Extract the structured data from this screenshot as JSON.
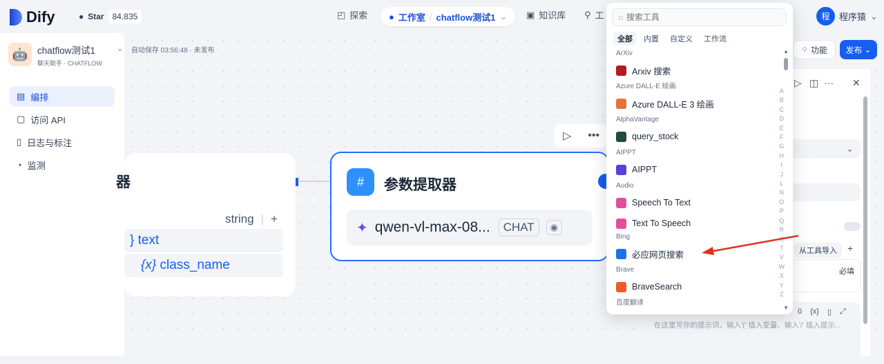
{
  "header": {
    "logo": "Dify",
    "github_star_label": "Star",
    "github_star_count": "84,835",
    "nav": {
      "explore": "探索",
      "studio": "工作室",
      "app_breadcrumb": "chatflow测试1",
      "knowledge": "知识库",
      "tools": "工"
    },
    "user_initial": "程",
    "user_name": "程序猿"
  },
  "sidebar": {
    "app_name": "chatflow测试1",
    "app_mode": "聊天助手",
    "app_type": "CHATFLOW",
    "items": [
      {
        "label": "编排",
        "active": true
      },
      {
        "label": "访问 API"
      },
      {
        "label": "日志与标注"
      },
      {
        "label": "监测"
      }
    ]
  },
  "canvas": {
    "autosave": "自动保存 03:56:48 · 未发布",
    "features_label": "功能",
    "publish_label": "发布",
    "left_node": {
      "title_partial": "器",
      "type_label": "string",
      "vars": [
        "text",
        "class_name"
      ]
    },
    "right_node": {
      "title": "参数提取器",
      "model": "qwen-vl-max-08...",
      "model_badge": "CHAT"
    }
  },
  "tool_picker": {
    "search_placeholder": "搜索工具",
    "tabs": [
      "全部",
      "内置",
      "自定义",
      "工作流"
    ],
    "active_tab": "全部",
    "groups": [
      {
        "name": "ArXiv",
        "tools": [
          {
            "label": "Arxiv 搜索",
            "icon": "arxiv-icon",
            "color": "#b31b1b"
          }
        ]
      },
      {
        "name": "Azure DALL-E 绘画",
        "tools": [
          {
            "label": "Azure DALL-E 3 绘画",
            "icon": "azure-icon",
            "color": "#e8703a"
          }
        ]
      },
      {
        "name": "AlphaVantage",
        "tools": [
          {
            "label": "query_stock",
            "icon": "alphavantage-icon",
            "color": "#1f4d3a"
          }
        ]
      },
      {
        "name": "AIPPT",
        "tools": [
          {
            "label": "AIPPT",
            "icon": "aippt-icon",
            "color": "#5b3fd6"
          }
        ]
      },
      {
        "name": "Audio",
        "tools": [
          {
            "label": "Speech To Text",
            "icon": "audio-icon",
            "color": "#e24e9d"
          },
          {
            "label": "Text To Speech",
            "icon": "audio-icon",
            "color": "#e24e9d"
          }
        ]
      },
      {
        "name": "Bing",
        "tools": [
          {
            "label": "必应网页搜索",
            "icon": "bing-icon",
            "color": "#1a73e8"
          }
        ]
      },
      {
        "name": "Brave",
        "tools": [
          {
            "label": "BraveSearch",
            "icon": "brave-icon",
            "color": "#f05a24"
          }
        ]
      },
      {
        "name": "百度翻译",
        "tools": []
      }
    ],
    "alphabet": [
      "A",
      "B",
      "C",
      "D",
      "E",
      "F",
      "G",
      "H",
      "I",
      "J",
      "L",
      "N",
      "O",
      "P",
      "Q",
      "R",
      "S",
      "T",
      "V",
      "W",
      "X",
      "Y",
      "Z"
    ]
  },
  "right_panel": {
    "import_from_tool": "从工具导入",
    "required": "必填",
    "prompt_count": "0",
    "prompt_placeholder": "在这里写你的提示词，输入'{' 插入变量、输入'/' 插入提示..."
  },
  "colors": {
    "accent": "#155eef",
    "arrow": "#e0301e"
  }
}
